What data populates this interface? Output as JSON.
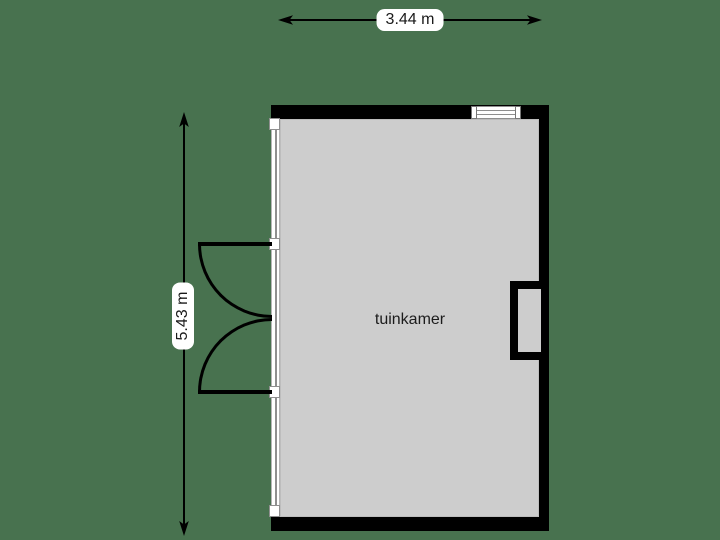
{
  "floorplan": {
    "room": {
      "name": "tuinkamer"
    },
    "dimensions": {
      "width_label": "3.44 m",
      "height_label": "5.43 m"
    },
    "features": {
      "left_wall": "glass window wall with double outward-swinging doors",
      "top_wall_window": "small window near right corner",
      "right_wall_feature": "chimney recess"
    },
    "colors": {
      "background": "#48724F",
      "floor": "#CDCDCD",
      "wall": "#000000",
      "glass_frame": "#8F8F8F",
      "label_background": "#FFFFFF",
      "text": "#1A1A1A"
    }
  }
}
